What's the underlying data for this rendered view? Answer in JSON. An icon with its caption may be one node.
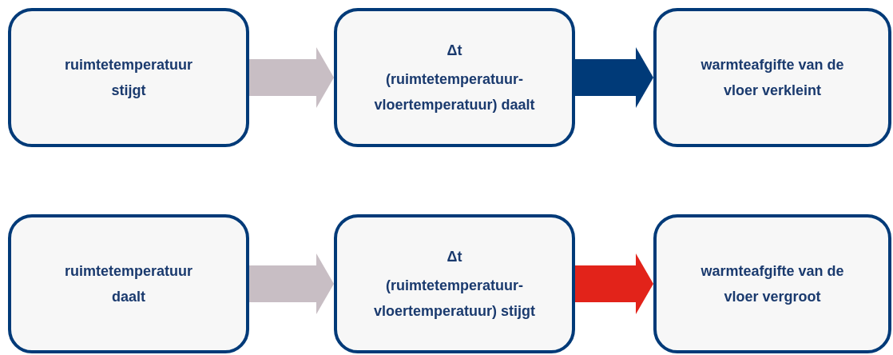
{
  "diagram": {
    "nodes": [
      {
        "text": [
          "ruimtetemperatuur stijgt"
        ]
      },
      {
        "text": [
          "Δt",
          "(ruimtetemperatuur-vloertemperatuur) daalt"
        ]
      },
      {
        "text": [
          "warmteafgifte van de vloer verkleint"
        ]
      },
      {
        "text": [
          "ruimtetemperatuur daalt"
        ]
      },
      {
        "text": [
          "Δt",
          "(ruimtetemperatuur-vloertemperatuur) stijgt"
        ]
      },
      {
        "text": [
          "warmteafgifte van de vloer vergroot"
        ]
      }
    ],
    "edges": [
      {
        "from": 0,
        "to": 1,
        "arrow": "to"
      },
      {
        "from": 1,
        "to": 2,
        "arrow": "to",
        "color": "#003a78"
      },
      {
        "from": 3,
        "to": 4,
        "arrow": "to"
      },
      {
        "from": 4,
        "to": 5,
        "arrow": "to",
        "color": "#e2231a"
      }
    ]
  }
}
